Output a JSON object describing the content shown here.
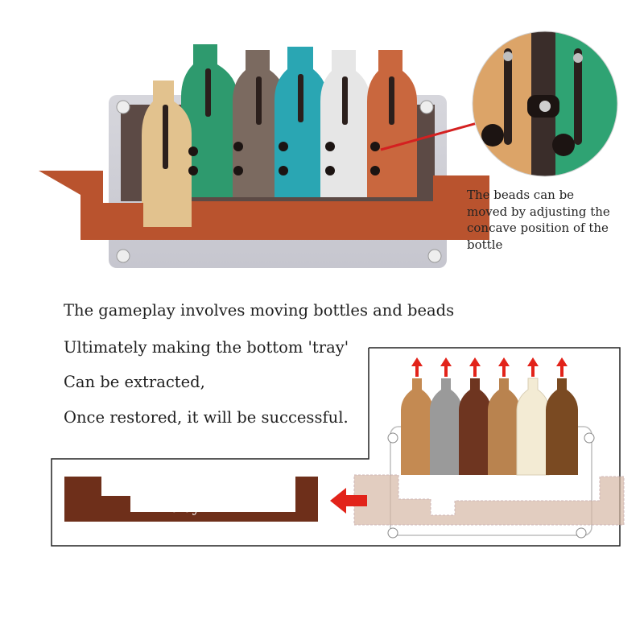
{
  "photo_caption": {
    "lines": [
      "The beads can be",
      "moved by adjusting the",
      "concave position of the",
      "bottle"
    ]
  },
  "instructions": [
    "The gameplay involves moving bottles and beads",
    "Ultimately making the bottom 'tray'",
    "Can be extracted,",
    "Once restored, it will be successful."
  ],
  "diagram": {
    "tray_label": "tray",
    "bottle_colors_photo": [
      "#e2c28e",
      "#2e9a6e",
      "#7b6a60",
      "#2aa6b3",
      "#e6e6e6",
      "#c9673e"
    ],
    "bottle_colors_diagram": [
      "#c48a52",
      "#9a9a9a",
      "#6e3520",
      "#b9834f",
      "#f3ebd4",
      "#7a4a22"
    ],
    "tray_color": "#6e2f1a",
    "arrow_color": "#e2231a"
  }
}
